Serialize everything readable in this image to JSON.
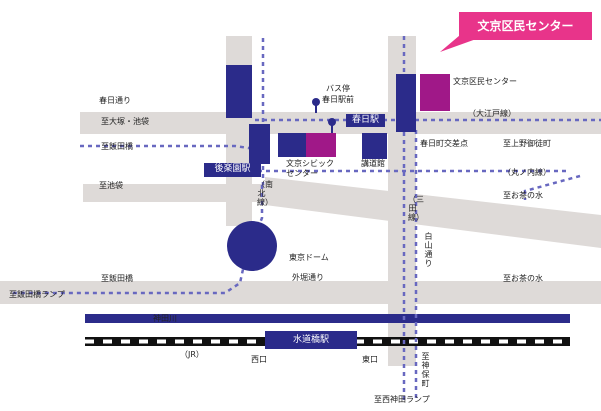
{
  "callout": {
    "title": "文京区民センター"
  },
  "labels": {
    "bunkyo_center": "文京区民センター",
    "bus_stop": "バス停",
    "bus_stop_name": "春日駅前",
    "kasuga_dori": "春日通り",
    "to_otsuka": "至大塚・池袋",
    "to_iidabashi_top": "至飯田橋",
    "to_ikebukuro": "至池袋",
    "kasuga_station": "春日駅",
    "oedo_line": "（大江戸線）",
    "kasugacho_intersection": "春日町交差点",
    "to_ueno": "至上野御徒町",
    "korakuen_station": "後楽園駅",
    "civic_center": "文京シビック\nセンター",
    "kodokan": "講道館",
    "marunouchi_line": "（丸ノ内線）",
    "to_ochanomizu_right": "至お茶の水",
    "nanboku_line": "（南北線）",
    "mita_line": "（三田線）",
    "hakusan_dori": "白山通り",
    "tokyo_dome": "東京ドーム",
    "sotobori_dori": "外堀通り",
    "to_iidabashi_bottom": "至飯田橋",
    "to_iidabashi_ramp": "至飯田橋ランプ",
    "to_ochanomizu_bottom": "至お茶の水",
    "kanda_river": "神田川",
    "suidobashi_station": "水道橋駅",
    "jr": "（JR）",
    "west_exit": "西口",
    "east_exit": "東口",
    "to_jinbocho": "至神保町",
    "to_nishi_kanda_ramp": "至西神田ランプ"
  },
  "colors": {
    "road": "#dedad8",
    "station": "#2b2b8a",
    "subway_dash": "#7070c0",
    "route_dash": "#5050b0",
    "building_magenta": "#a01888",
    "callout_pink": "#e8348a",
    "river": "#2b2b8a",
    "dome": "#2b2b8a"
  },
  "icons": [
    "bus-stop-icon",
    "location-pin-icon"
  ]
}
